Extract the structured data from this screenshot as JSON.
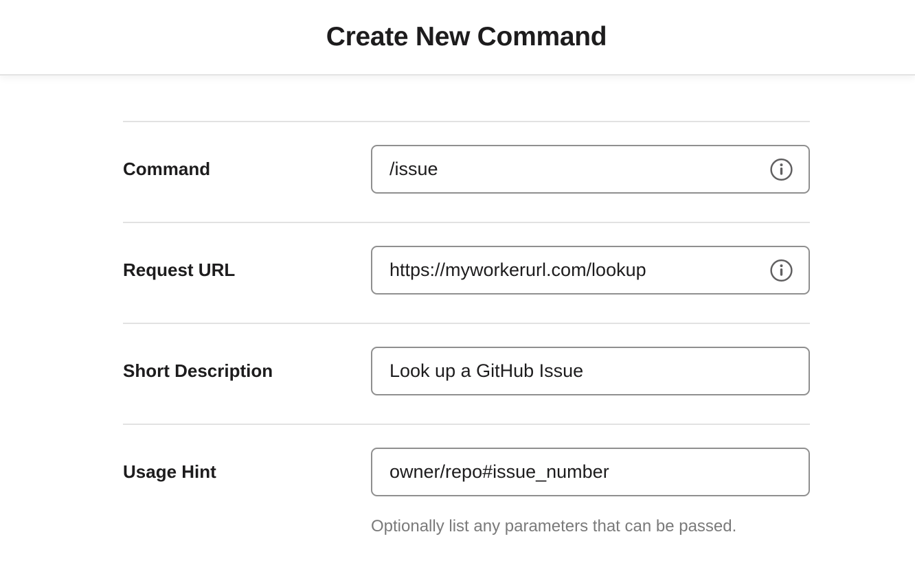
{
  "header": {
    "title": "Create New Command"
  },
  "form": {
    "fields": [
      {
        "label": "Command",
        "value": "/issue",
        "has_info_icon": true
      },
      {
        "label": "Request URL",
        "value": "https://myworkerurl.com/lookup",
        "has_info_icon": true
      },
      {
        "label": "Short Description",
        "value": "Look up a GitHub Issue",
        "has_info_icon": false
      },
      {
        "label": "Usage Hint",
        "value": "owner/repo#issue_number",
        "has_info_icon": false,
        "help": "Optionally list any parameters that can be passed."
      }
    ]
  },
  "icons": {
    "info": "info-icon"
  },
  "colors": {
    "text": "#1d1c1d",
    "input_border": "#8f8f8f",
    "divider": "#e2e2e2",
    "header_border": "#e3e3e3",
    "help_text": "#7a7a7a",
    "icon": "#616061",
    "background": "#ffffff"
  }
}
